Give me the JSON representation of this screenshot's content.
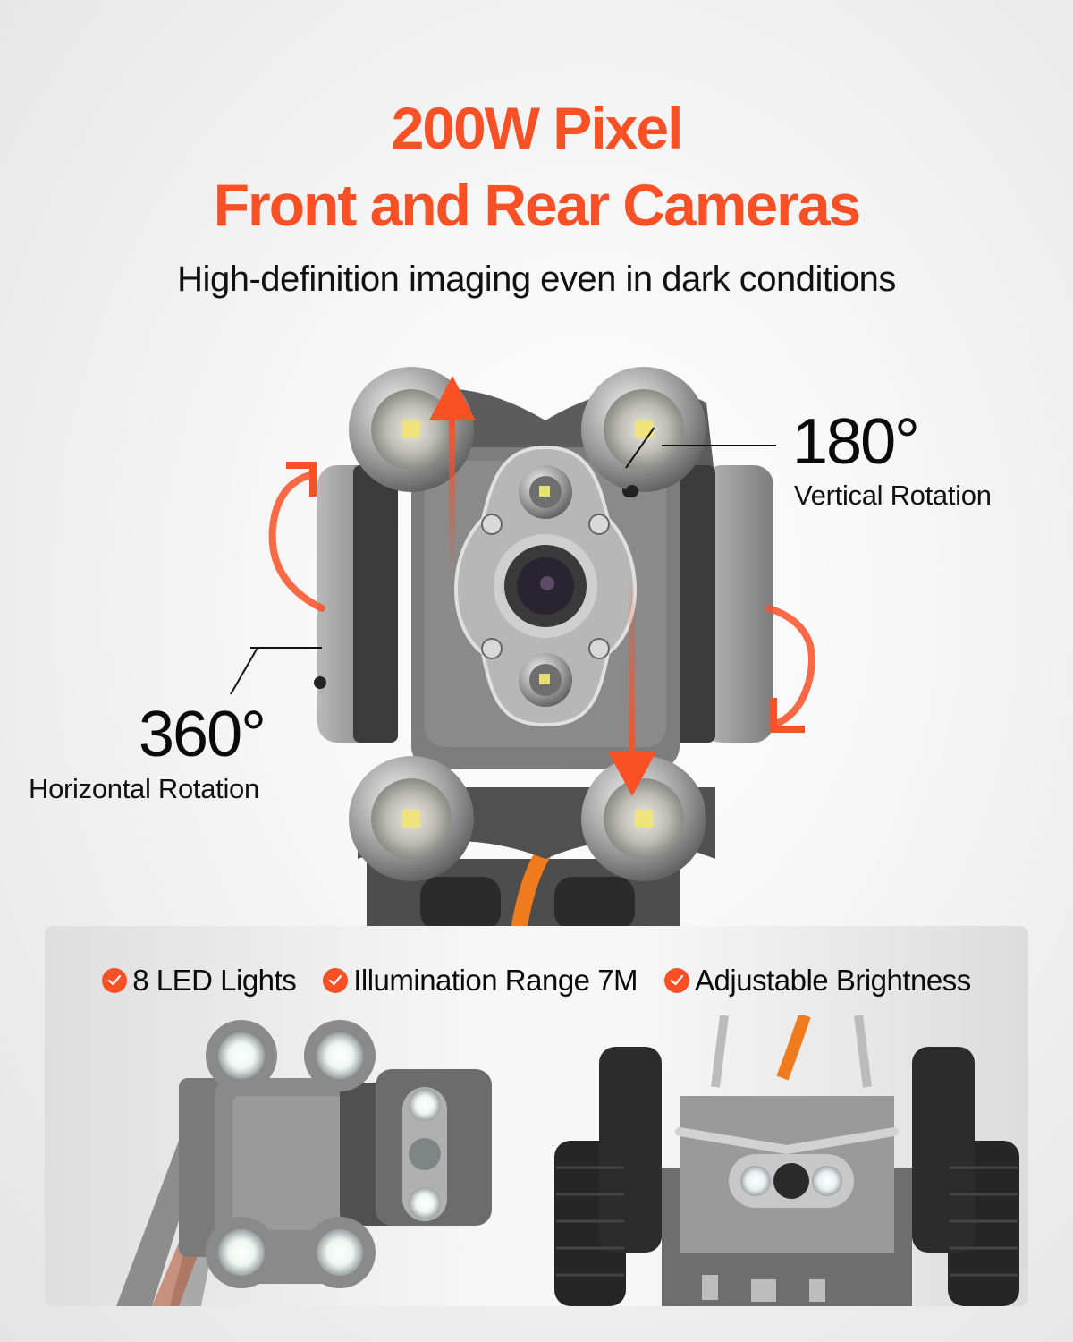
{
  "header": {
    "title_line1": "200W Pixel",
    "title_line2": "Front and Rear Cameras",
    "subtitle": "High-definition imaging even in dark conditions"
  },
  "callouts": {
    "vertical": {
      "value": "180°",
      "label": "Vertical Rotation"
    },
    "horizontal": {
      "value": "360°",
      "label": "Horizontal Rotation"
    }
  },
  "features": [
    {
      "icon": "check-circle-icon",
      "label": "8 LED Lights"
    },
    {
      "icon": "check-circle-icon",
      "label": "Illumination Range 7M"
    },
    {
      "icon": "check-circle-icon",
      "label": "Adjustable Brightness"
    }
  ],
  "colors": {
    "accent": "#fa5026",
    "text": "#111111",
    "cable": "#f07a1e"
  }
}
